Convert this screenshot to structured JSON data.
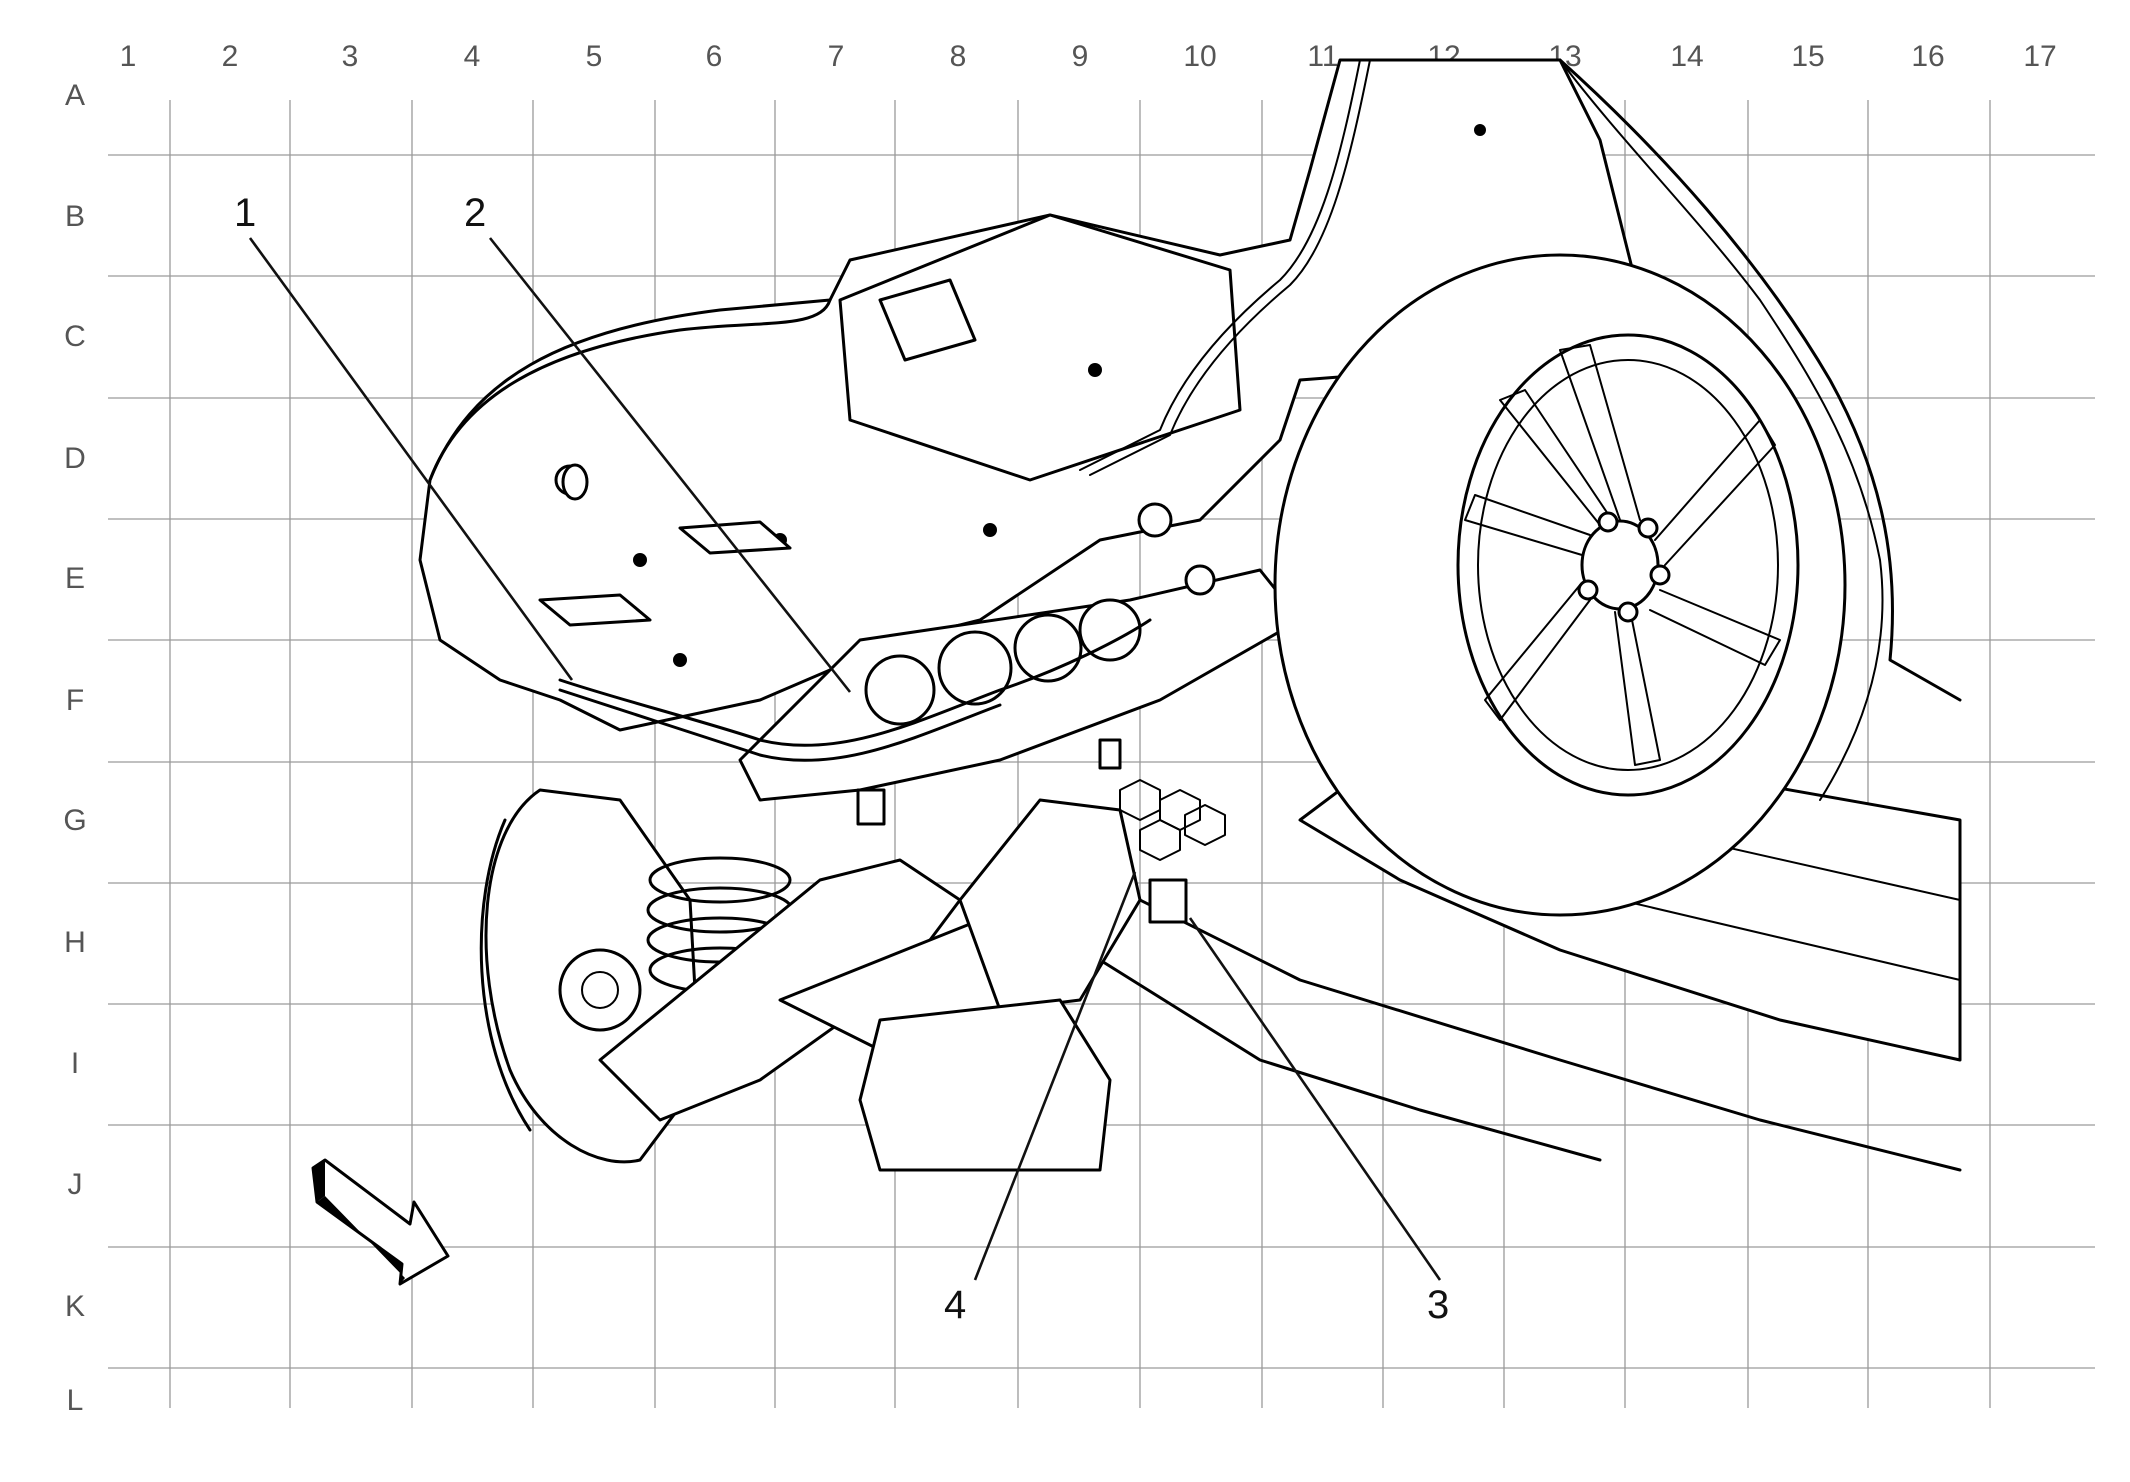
{
  "grid": {
    "columns": [
      "1",
      "2",
      "3",
      "4",
      "5",
      "6",
      "7",
      "8",
      "9",
      "10",
      "11",
      "12",
      "13",
      "14",
      "15",
      "16",
      "17"
    ],
    "rows": [
      "A",
      "B",
      "C",
      "D",
      "E",
      "F",
      "G",
      "H",
      "I",
      "J",
      "K",
      "L"
    ]
  },
  "callouts": [
    {
      "id": "1",
      "label": "1"
    },
    {
      "id": "2",
      "label": "2"
    },
    {
      "id": "3",
      "label": "3"
    },
    {
      "id": "4",
      "label": "4"
    }
  ],
  "colors": {
    "line": "#000000",
    "grid": "#9a9a9a",
    "coordinate_text": "#555555",
    "background": "#ffffff"
  },
  "icons": {
    "direction_arrow": "forward-direction-arrow-icon"
  }
}
